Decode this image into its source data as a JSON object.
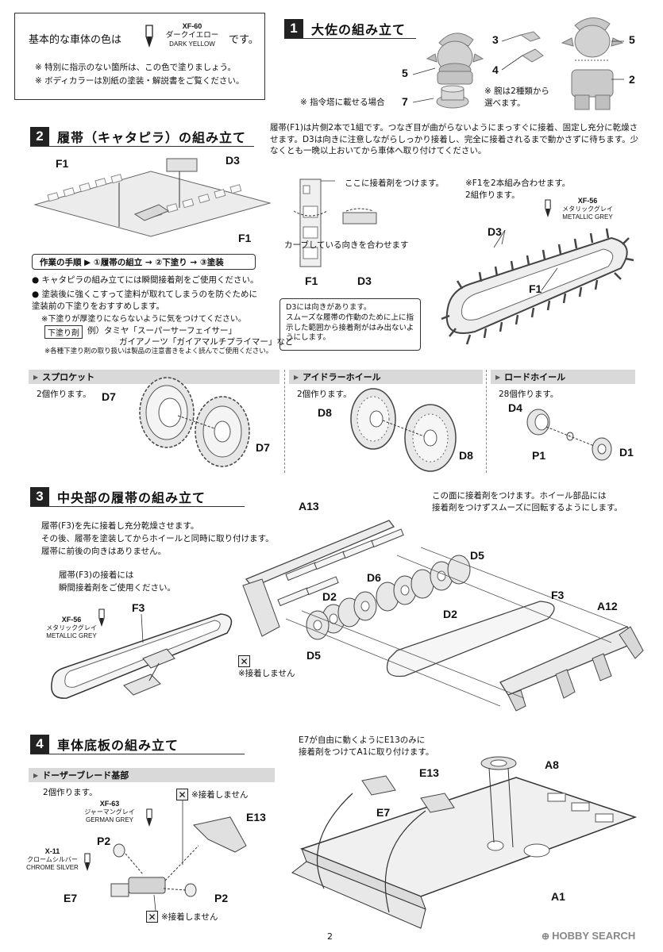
{
  "intro": {
    "body_color_prefix": "基本的な車体の色は",
    "body_color_suffix": "です。",
    "paint_code": "XF-60",
    "paint_name_jp": "ダークイエロー",
    "paint_name_en": "DARK YELLOW",
    "note1": "※ 特別に指示のない箇所は、この色で塗りましょう。",
    "note2": "※ ボディカラーは別紙の塗装・解説書をご覧ください。"
  },
  "step1": {
    "number": "1",
    "title": "大佐の組み立て",
    "labels": {
      "p5a": "5",
      "p3": "3",
      "p4": "4",
      "p5b": "5",
      "p2": "2",
      "p7": "7"
    },
    "note_turret": "※ 指令塔に載せる場合",
    "note_arms": "※ 腕は2種類から\n選べます。"
  },
  "step2": {
    "number": "2",
    "title": "履帯（キャタピラ）の組み立て",
    "desc": "履帯(F1)は片側2本で1組です。つなぎ目が曲がらないようにまっすぐに接着、固定し充分に乾燥させます。D3は向きに注意しながらしっかり接着し、完全に接着されるまで動かさずに待ちます。少なくとも一晩以上おいてから車体へ取り付けてください。",
    "labels": {
      "f1a": "F1",
      "d3a": "D3",
      "f1b": "F1",
      "f1c": "F1",
      "d3b": "D3",
      "d3c": "D3",
      "f1d": "F1"
    },
    "procedure": "作業の手順 ▶ ①履帯の組立 → ②下塗り → ③塗装",
    "bullet1": "キャタピラの組み立てには瞬間接着剤をご使用ください。",
    "bullet2": "塗装後に強くこすって塗料が取れてしまうのを防ぐために塗装前の下塗りをおすすめします。",
    "bullet2_note": "※下塗りが厚塗りにならないように気をつけてください。",
    "primer_tag": "下塗り剤",
    "primer_line1": "例）タミヤ「スーパーサーフェイサー」",
    "primer_line2": "ガイアノーツ「ガイアマルチプライマー」など",
    "primer_note": "※各種下塗り剤の取り扱いは製品の注意書きをよく読んでご使用ください。",
    "glue_here": "ここに接着剤をつけます。",
    "curve_align": "カーブしている向きを合わせます",
    "d3_note": "D3には向きがあります。\nスムーズな履帯の作動のために上に指示した範囲から接着剤がはみ出ないようにします。",
    "make_two": "※F1を2本組み合わせます。\n2組作ります。",
    "paint_code": "XF-56",
    "paint_name_jp": "メタリックグレイ",
    "paint_name_en": "METALLIC GREY"
  },
  "wheels": [
    {
      "title": "スプロケット",
      "count": "2個作ります。",
      "label_a": "D7",
      "label_b": "D7"
    },
    {
      "title": "アイドラーホイール",
      "count": "2個作ります。",
      "label_a": "D8",
      "label_b": "D8"
    },
    {
      "title": "ロードホイール",
      "count": "28個作ります。",
      "label_a": "D4",
      "label_b": "P1",
      "label_c": "D1"
    }
  ],
  "step3": {
    "number": "3",
    "title": "中央部の履帯の組み立て",
    "desc1": "履帯(F3)を先に接着し充分乾燥させます。",
    "desc2": "その後、履帯を塗装してからホイールと同時に取り付けます。",
    "desc3": "履帯に前後の向きはありません。",
    "glue_note1": "履帯(F3)の接着には",
    "glue_note2": "瞬間接着剤をご使用ください。",
    "paint_code": "XF-56",
    "paint_name_jp": "メタリックグレイ",
    "paint_name_en": "METALLIC GREY",
    "f3_label": "F3",
    "no_glue": "※接着しません",
    "glue_face": "この面に接着剤をつけます。ホイール部品には\n接着剤をつけずスムーズに回転するようにします。",
    "labels": {
      "a13": "A13",
      "d5a": "D5",
      "d6": "D6",
      "d2a": "D2",
      "d2b": "D2",
      "f3": "F3",
      "a12": "A12",
      "d5b": "D5"
    }
  },
  "step4": {
    "number": "4",
    "title": "車体底板の組み立て",
    "sub_title": "ドーザーブレード基部",
    "count": "2個作ります。",
    "paint1_code": "XF-63",
    "paint1_jp": "ジャーマングレイ",
    "paint1_en": "GERMAN GREY",
    "paint2_code": "X-11",
    "paint2_jp": "クロームシルバー",
    "paint2_en": "CHROME SILVER",
    "no_glue_a": "※接着しません",
    "no_glue_b": "※接着しません",
    "labels": {
      "e13a": "E13",
      "p2a": "P2",
      "e7a": "E7",
      "p2b": "P2",
      "e13b": "E13",
      "e7b": "E7",
      "a8": "A8",
      "a1": "A1"
    },
    "attach_note": "E7が自由に動くようにE13のみに\n接着剤をつけてA1に取り付けます。"
  },
  "footer": {
    "page": "2",
    "watermark": "HOBBY SEARCH"
  }
}
